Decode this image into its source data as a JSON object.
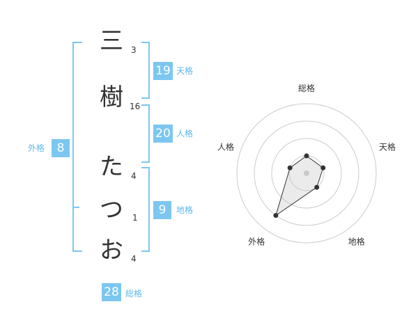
{
  "characters": [
    {
      "char": "三",
      "strokes": "3"
    },
    {
      "char": "樹",
      "strokes": "16"
    },
    {
      "char": "た",
      "strokes": "4"
    },
    {
      "char": "つ",
      "strokes": "1"
    },
    {
      "char": "お",
      "strokes": "4"
    }
  ],
  "fortunes": {
    "tenkaku": {
      "label": "天格",
      "value": "19"
    },
    "jinkaku": {
      "label": "人格",
      "value": "20"
    },
    "chikaku": {
      "label": "地格",
      "value": "9"
    },
    "gaikaku": {
      "label": "外格",
      "value": "8"
    },
    "soukaku": {
      "label": "総格",
      "value": "28"
    }
  },
  "colors": {
    "accent": "#7cc7f0",
    "text": "#333333"
  },
  "chart_data": {
    "type": "radar",
    "axes": [
      "総格",
      "天格",
      "地格",
      "外格",
      "人格"
    ],
    "values": [
      1,
      1,
      1,
      3,
      1
    ],
    "max": 4,
    "rings": 4
  }
}
